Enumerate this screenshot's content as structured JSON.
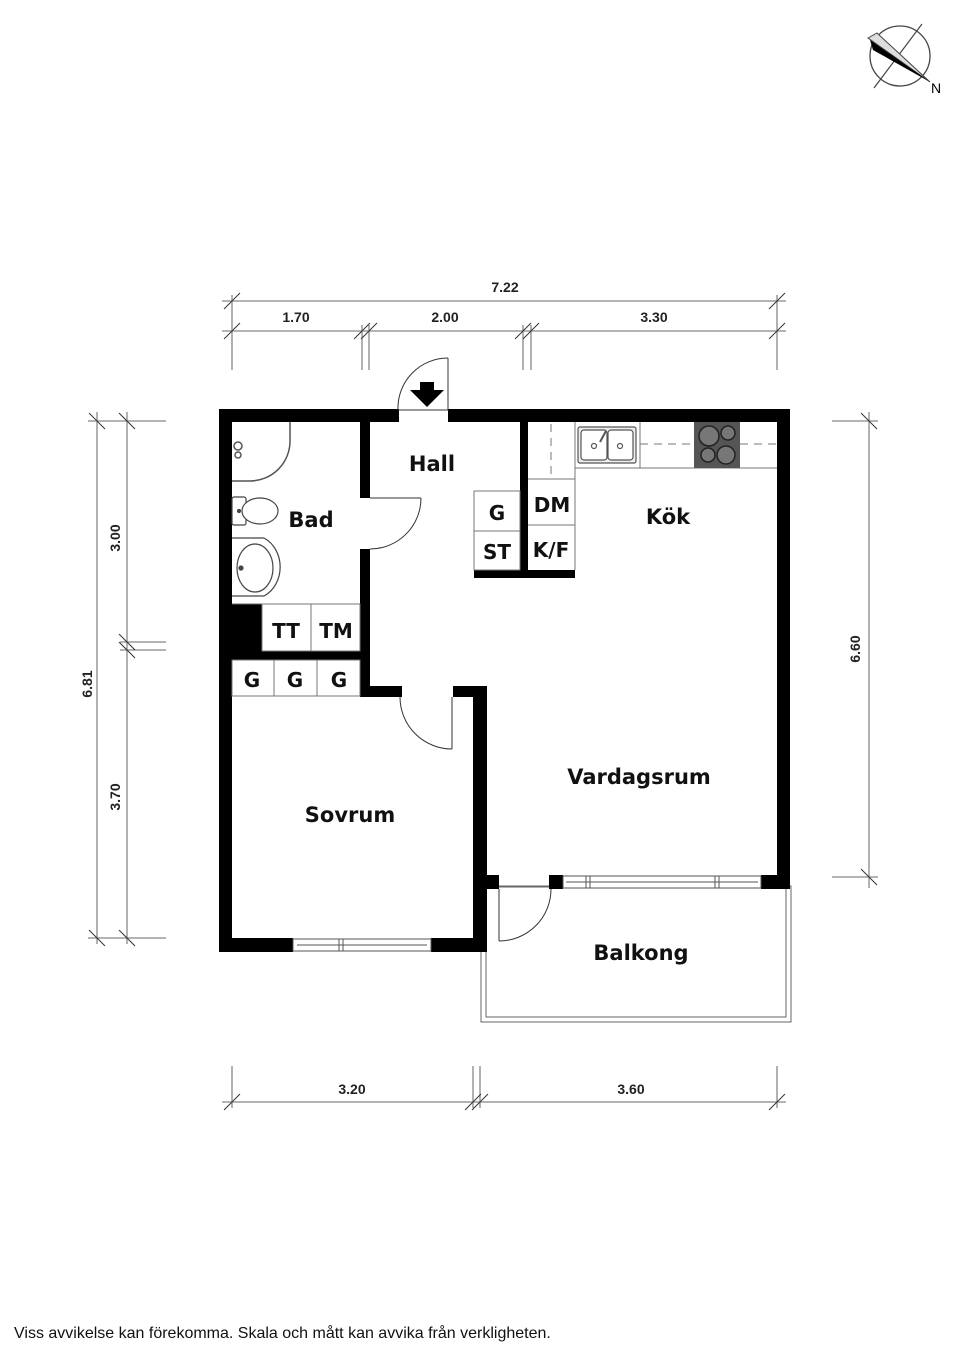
{
  "compass": {
    "north_label": "N",
    "icon": "compass-north-arrow-icon"
  },
  "dimensions": {
    "top_total": "7.22",
    "top_segments": [
      "1.70",
      "2.00",
      "3.30"
    ],
    "left_total": "6.81",
    "left_segments": [
      "3.00",
      "3.70"
    ],
    "right_total": "6.60",
    "bottom_segments": [
      "3.20",
      "3.60"
    ]
  },
  "rooms": {
    "hall": "Hall",
    "bad": "Bad",
    "kok": "Kök",
    "vardagsrum": "Vardagsrum",
    "sovrum": "Sovrum",
    "balkong": "Balkong"
  },
  "fixtures": {
    "hall_closet_top": "G",
    "hall_closet_bottom": "ST",
    "kitchen_dm": "DM",
    "kitchen_kf": "K/F",
    "laundry_tt": "TT",
    "laundry_tm": "TM",
    "wardrobes": [
      "G",
      "G",
      "G"
    ]
  },
  "disclaimer": "Viss avvikelse kan förekomma. Skala och mått kan avvika från verkligheten.",
  "colors": {
    "wall": "#000000",
    "line": "#555555",
    "dim_line": "#888888",
    "stove": "#555555"
  }
}
